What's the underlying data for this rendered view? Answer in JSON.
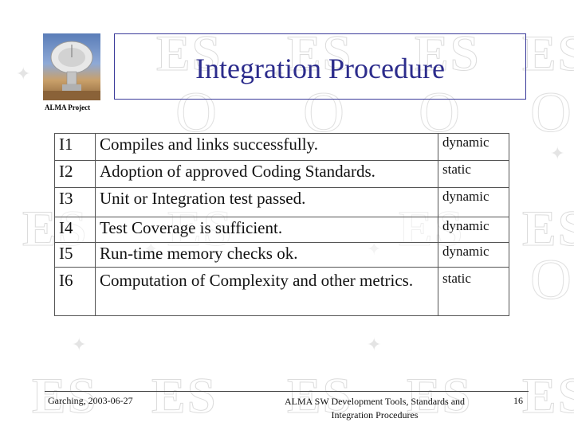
{
  "header": {
    "title": "Integration Procedure",
    "logo_caption": "ALMA Project"
  },
  "table": {
    "rows": [
      {
        "id": "I1",
        "criterion": "Compiles and links successfully.",
        "kind": "dynamic"
      },
      {
        "id": "I2",
        "criterion": "Adoption of approved Coding Standards.",
        "kind": "static"
      },
      {
        "id": "I3",
        "criterion": "Unit or Integration test passed.",
        "kind": "dynamic"
      },
      {
        "id": "I4",
        "criterion": "Test Coverage is sufficient.",
        "kind": "dynamic"
      },
      {
        "id": "I5",
        "criterion": "Run-time memory checks ok.",
        "kind": "dynamic"
      },
      {
        "id": "I6",
        "criterion": "Computation of Complexity and other metrics.",
        "kind": "static"
      }
    ]
  },
  "footer": {
    "location_date": "Garching, 2003-06-27",
    "center_line1": "ALMA SW Development Tools, Standards and",
    "center_line2": "Integration Procedures",
    "page": "16"
  },
  "colors": {
    "title": "#2c2c8c",
    "border": "#3b3b9a"
  }
}
